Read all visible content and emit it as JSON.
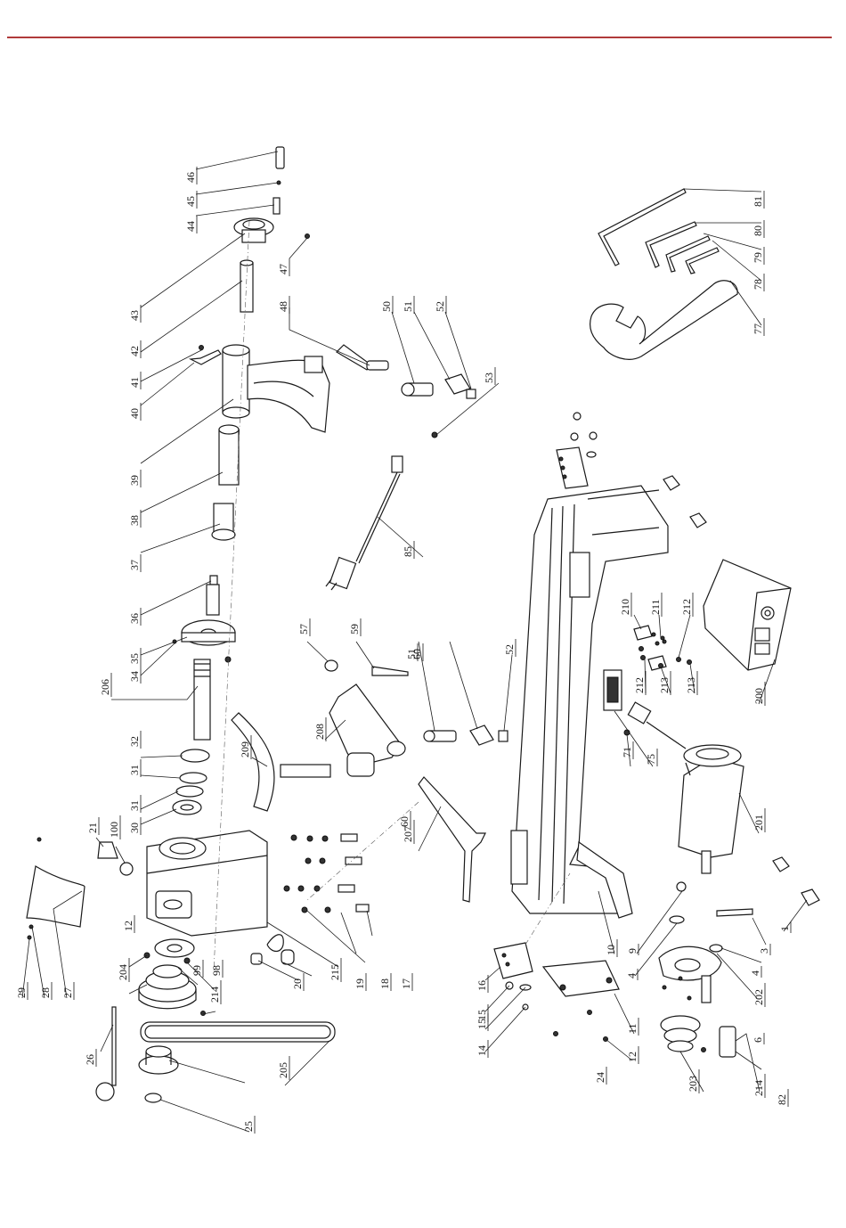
{
  "colors": {
    "rule": "#b03a3a",
    "ink": "#1a1a1a",
    "paper": "#ffffff"
  },
  "callouts": [
    "1",
    "3",
    "4",
    "4",
    "6",
    "9",
    "10",
    "11",
    "12",
    "12",
    "14",
    "15",
    "15",
    "16",
    "17",
    "18",
    "19",
    "20",
    "21",
    "24",
    "25",
    "26",
    "27",
    "28",
    "29",
    "30",
    "31",
    "31",
    "32",
    "34",
    "35",
    "36",
    "37",
    "38",
    "39",
    "40",
    "41",
    "42",
    "43",
    "44",
    "45",
    "46",
    "47",
    "48",
    "50",
    "51",
    "51",
    "52",
    "52",
    "53",
    "57",
    "59",
    "60",
    "60",
    "71",
    "75",
    "77",
    "78",
    "79",
    "80",
    "81",
    "82",
    "85",
    "98",
    "99",
    "100",
    "200",
    "201",
    "202",
    "203",
    "204",
    "205",
    "206",
    "207",
    "208",
    "209",
    "210",
    "211",
    "212",
    "212",
    "213",
    "213",
    "214",
    "214",
    "215"
  ],
  "icons": [
    "lathe-bed-part",
    "motor-part",
    "control-box-part",
    "headstock-part",
    "tailstock-part",
    "tool-rest-part",
    "wrench-part",
    "hex-key-part",
    "power-cord-part",
    "belt-part",
    "pulley-part",
    "knockout-bar-part"
  ]
}
